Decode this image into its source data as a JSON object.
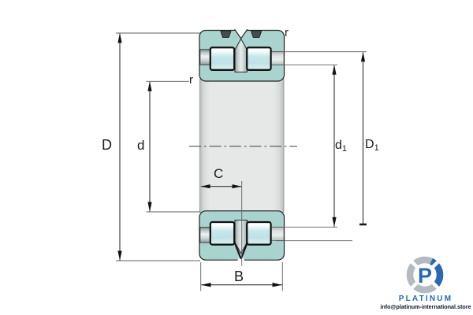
{
  "diagram": {
    "labels": {
      "D": "D",
      "d": "d",
      "d1_base": "d",
      "d1_sub": "1",
      "D1_base": "D",
      "D1_sub": "1",
      "C": "C",
      "B": "B",
      "r_outer": "r",
      "r_inner": "r"
    },
    "colors": {
      "ring_teal": "#a9d3cf",
      "roller_cyan": "#c8e7ea",
      "section_gray": "#e6e8e8",
      "line": "#1c1c1c"
    }
  },
  "branding": {
    "name": "PLATINUM",
    "logo_letter": "P",
    "email": "info@platinum-international.store",
    "accent_blue": "#2a69b2",
    "accent_gray": "#b3bac0"
  }
}
